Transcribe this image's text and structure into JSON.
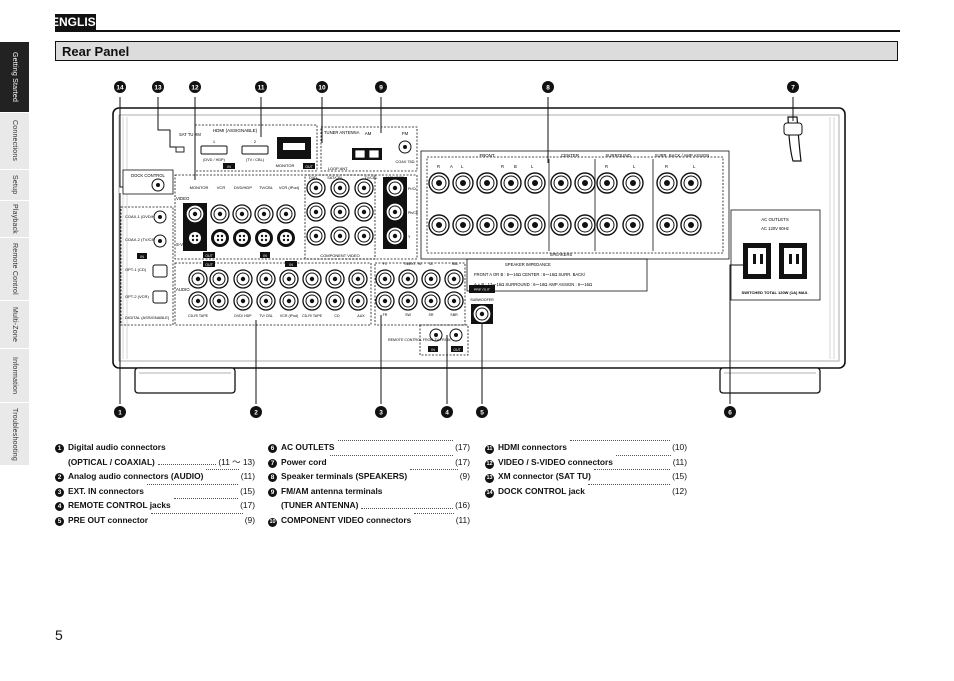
{
  "language_tab": "ENGLISH",
  "side_nav": [
    {
      "label": "Getting Started",
      "active": true
    },
    {
      "label": "Connections",
      "active": false
    },
    {
      "label": "Setup",
      "active": false
    },
    {
      "label": "Playback",
      "active": false
    },
    {
      "label": "Remote Control",
      "active": false
    },
    {
      "label": "Multi-Zone",
      "active": false
    },
    {
      "label": "Information",
      "active": false
    },
    {
      "label": "Troubleshooting",
      "active": false
    }
  ],
  "section_title": "Rear Panel",
  "panel": {
    "dock_control": "DOCK CONTROL",
    "sat_tu_xm": "SAT TU XM",
    "hdmi_title": "HDMI (ASSIGNABLE)",
    "hdmi_in1": "1",
    "hdmi_in2": "2",
    "hdmi_in1_label": "(DVD / HDP)",
    "hdmi_in2_label": "(TV / CBL)",
    "hdmi_monitor": "MONITOR",
    "out_label": "OUT",
    "in_label": "IN",
    "tuner_antenna": "TUNER ANTENNA",
    "am": "AM",
    "fm": "FM",
    "coax_75": "COAX 75Ω",
    "loop_ant": "LOOP ANT.",
    "video_row_labels": [
      "MONITOR",
      "VCR",
      "DVD/HDP",
      "TV/CBL",
      "VCR (iPod)"
    ],
    "video_label": "VIDEO",
    "svideo_label": "S-VIDEO",
    "component_labels": [
      "DVD",
      "SAT/CBL",
      "TV/CBL",
      "MONITOR"
    ],
    "component_video": "COMPONENT VIDEO",
    "component_ports": [
      "Pr/Cr",
      "Pb/Cb",
      "Y"
    ],
    "digital_labels": [
      "COAX-1 (DVD/HDP)",
      "COAX-2 (TV/CBL)",
      "OPT-1 (CD)",
      "OPT-2 (VCR)",
      "DIGITAL (ASSIGNABLE)"
    ],
    "audio_label": "AUDIO",
    "audio_labels": [
      "CD-R/ TAPE",
      "DVD/ HDP",
      "TV/ CBL",
      "VCR (iPod)",
      "CD-R/ TAPE",
      "CD",
      "AUX"
    ],
    "ext_in_label": "EXT. IN",
    "ext_in_ch": [
      "FL",
      "SW",
      "SL",
      "SBL"
    ],
    "ext_in_ch2": [
      "FR",
      "SW",
      "SR",
      "SBR"
    ],
    "pre_out": "PRE OUT",
    "subwoofer": "SUBWOOFER",
    "remote_control_label": "REMOTE CONTROL FROM TV FROM",
    "speaker_groups": [
      "FRONT",
      "CENTER",
      "SURROUND",
      "SURR. BACK / AMP ASSIGN"
    ],
    "speakers_label": "SPEAKERS",
    "front_ab": [
      "A",
      "B"
    ],
    "speaker_rl": [
      "R",
      "L"
    ],
    "speaker_impedance": "SPEAKER IMPEDANCE",
    "impedance_lines": [
      "FRONT  A OR B : 6～16Ω   CENTER   : 6～16Ω   SURR. BACK/",
      "A + B : 12～16Ω   SURROUND : 6～16Ω   AMP ASSIGN : 6～16Ω"
    ],
    "ac_outlets": "AC OUTLETS",
    "ac_spec": "AC 120V 60Hz",
    "ac_switched": "SWITCHED TOTAL 120W (1A) MAX."
  },
  "callouts": {
    "top": [
      "14",
      "13",
      "12",
      "11",
      "10",
      "9",
      "8",
      "7"
    ],
    "bottom": [
      "1",
      "2",
      "3",
      "4",
      "5",
      "6"
    ]
  },
  "legend": [
    [
      {
        "num": "1",
        "label": "Digital audio connectors",
        "label2": "(OPTICAL / COAXIAL)",
        "page": "(11 ～ 13)"
      },
      {
        "num": "2",
        "label": "Analog audio connectors (AUDIO)",
        "page": "(11)"
      },
      {
        "num": "3",
        "label": "EXT. IN connectors",
        "page": "(15)"
      },
      {
        "num": "4",
        "label": "REMOTE CONTROL jacks",
        "page": "(17)"
      },
      {
        "num": "5",
        "label": "PRE OUT connector",
        "page": "(9)"
      }
    ],
    [
      {
        "num": "6",
        "label": "AC OUTLETS",
        "page": "(17)"
      },
      {
        "num": "7",
        "label": "Power cord",
        "page": "(17)"
      },
      {
        "num": "8",
        "label": "Speaker terminals (SPEAKERS)",
        "page": "(9)"
      },
      {
        "num": "9",
        "label": "FM/AM antenna terminals",
        "label2": "(TUNER ANTENNA)",
        "page": "(16)"
      },
      {
        "num": "10",
        "label": "COMPONENT VIDEO connectors",
        "page": "(11)"
      }
    ],
    [
      {
        "num": "11",
        "label": "HDMI connectors",
        "page": "(10)"
      },
      {
        "num": "12",
        "label": "VIDEO / S-VIDEO connectors",
        "page": "(11)"
      },
      {
        "num": "13",
        "label": "XM connector (SAT TU)",
        "page": "(15)"
      },
      {
        "num": "14",
        "label": "DOCK CONTROL jack",
        "page": "(12)"
      }
    ]
  ],
  "page_number": "5"
}
